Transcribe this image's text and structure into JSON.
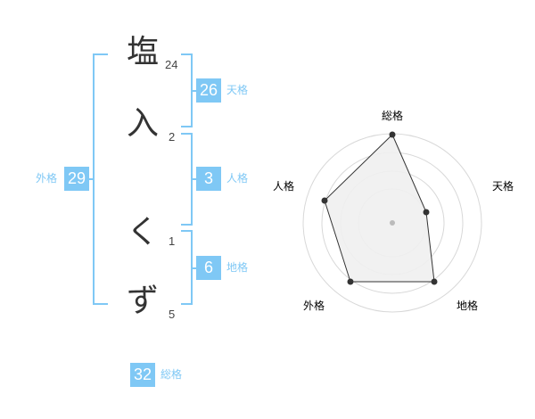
{
  "name": {
    "chars": [
      {
        "char": "塩",
        "strokes": "24"
      },
      {
        "char": "入",
        "strokes": "2"
      },
      {
        "char": "く",
        "strokes": "1"
      },
      {
        "char": "ず",
        "strokes": "5"
      }
    ]
  },
  "scores": {
    "tenkaku": {
      "value": "26",
      "label": "天格"
    },
    "jinkaku": {
      "value": "3",
      "label": "人格"
    },
    "chikaku": {
      "value": "6",
      "label": "地格"
    },
    "gaikaku": {
      "value": "29",
      "label": "外格"
    },
    "soukaku": {
      "value": "32",
      "label": "総格"
    }
  },
  "radar": {
    "labels": {
      "top": "総格",
      "right": "天格",
      "bottom_right": "地格",
      "bottom_left": "外格",
      "left": "人格"
    },
    "colors": {
      "fill": "#efefef",
      "stroke": "#333333",
      "ring": "#d8d8d8",
      "accent": "#7fc8f5"
    }
  }
}
